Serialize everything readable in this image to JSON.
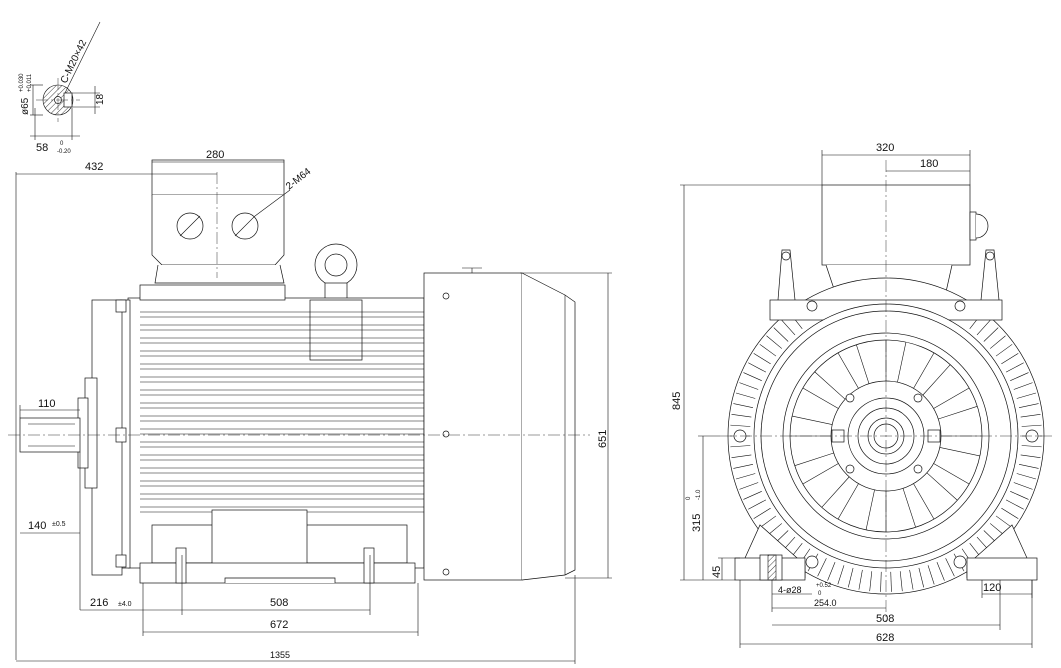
{
  "labels": {
    "shaft_dia": "ø65",
    "shaft_dia_tol_upper": "+0.030",
    "shaft_dia_tol_lower": "+0.011",
    "center_hole": "C-M20×42",
    "key_height": "18",
    "key_depth": "58",
    "key_depth_tol_upper": "0",
    "key_depth_tol_lower": "-0.20",
    "dim_432": "432",
    "dim_280": "280",
    "cable_entry": "2-M64",
    "dim_110": "110",
    "dim_140": "140",
    "dim_140_tol": "±0.5",
    "dim_216": "216",
    "dim_216_tol": "±4.0",
    "dim_508_side": "508",
    "dim_672": "672",
    "dim_1355": "1355",
    "dim_651": "651",
    "dim_320": "320",
    "dim_180": "180",
    "dim_845": "845",
    "dim_315": "315",
    "dim_315_tol_upper": "0",
    "dim_315_tol_lower": "-1.0",
    "dim_45": "45",
    "foot_holes": "4-ø28",
    "foot_holes_tol_upper": "+0.52",
    "foot_holes_tol_lower": "0",
    "dim_254": "254.0",
    "dim_120": "120",
    "dim_508_end": "508",
    "dim_628": "628"
  }
}
